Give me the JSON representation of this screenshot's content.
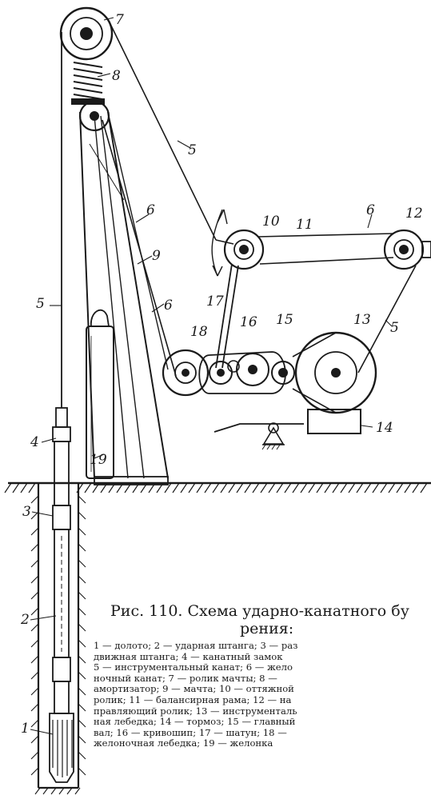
{
  "figure": {
    "caption_title": "Рис. 110. Схема ударно-канатного бу",
    "caption_title_line2": "рения:",
    "legend_lines": [
      "1 — долото;  2 — ударная штанга;  3 — раз",
      "движная  штанга;  4 — канатный  замок",
      "5 — инструментальный  канат;  6 — жело",
      "ночный  канат;  7 — ролик  мачты;  8 —",
      "амортизатор;   9 — мачта;   10 — оттяжной",
      "ролик;  11 — балансирная  рама;  12 — на",
      "правляющий  ролик;  13 — инструменталь",
      "ная  лебедка;  14 — тормоз;  15 — главный",
      "вал;  16 — кривошип;  17 — шатун;  18 —",
      "желоночная  лебедка;  19 — желонка"
    ]
  },
  "labels": {
    "n1": "1",
    "n2": "2",
    "n3": "3",
    "n4": "4",
    "n5_left": "5",
    "n5_top": "5",
    "n5_right": "5",
    "n6_mast": "6",
    "n6_mid": "6",
    "n6_top": "6",
    "n7": "7",
    "n8": "8",
    "n9": "9",
    "n10": "10",
    "n11": "11",
    "n12": "12",
    "n13": "13",
    "n14": "14",
    "n15": "15",
    "n16": "16",
    "n17": "17",
    "n18": "18",
    "n19": "19"
  }
}
